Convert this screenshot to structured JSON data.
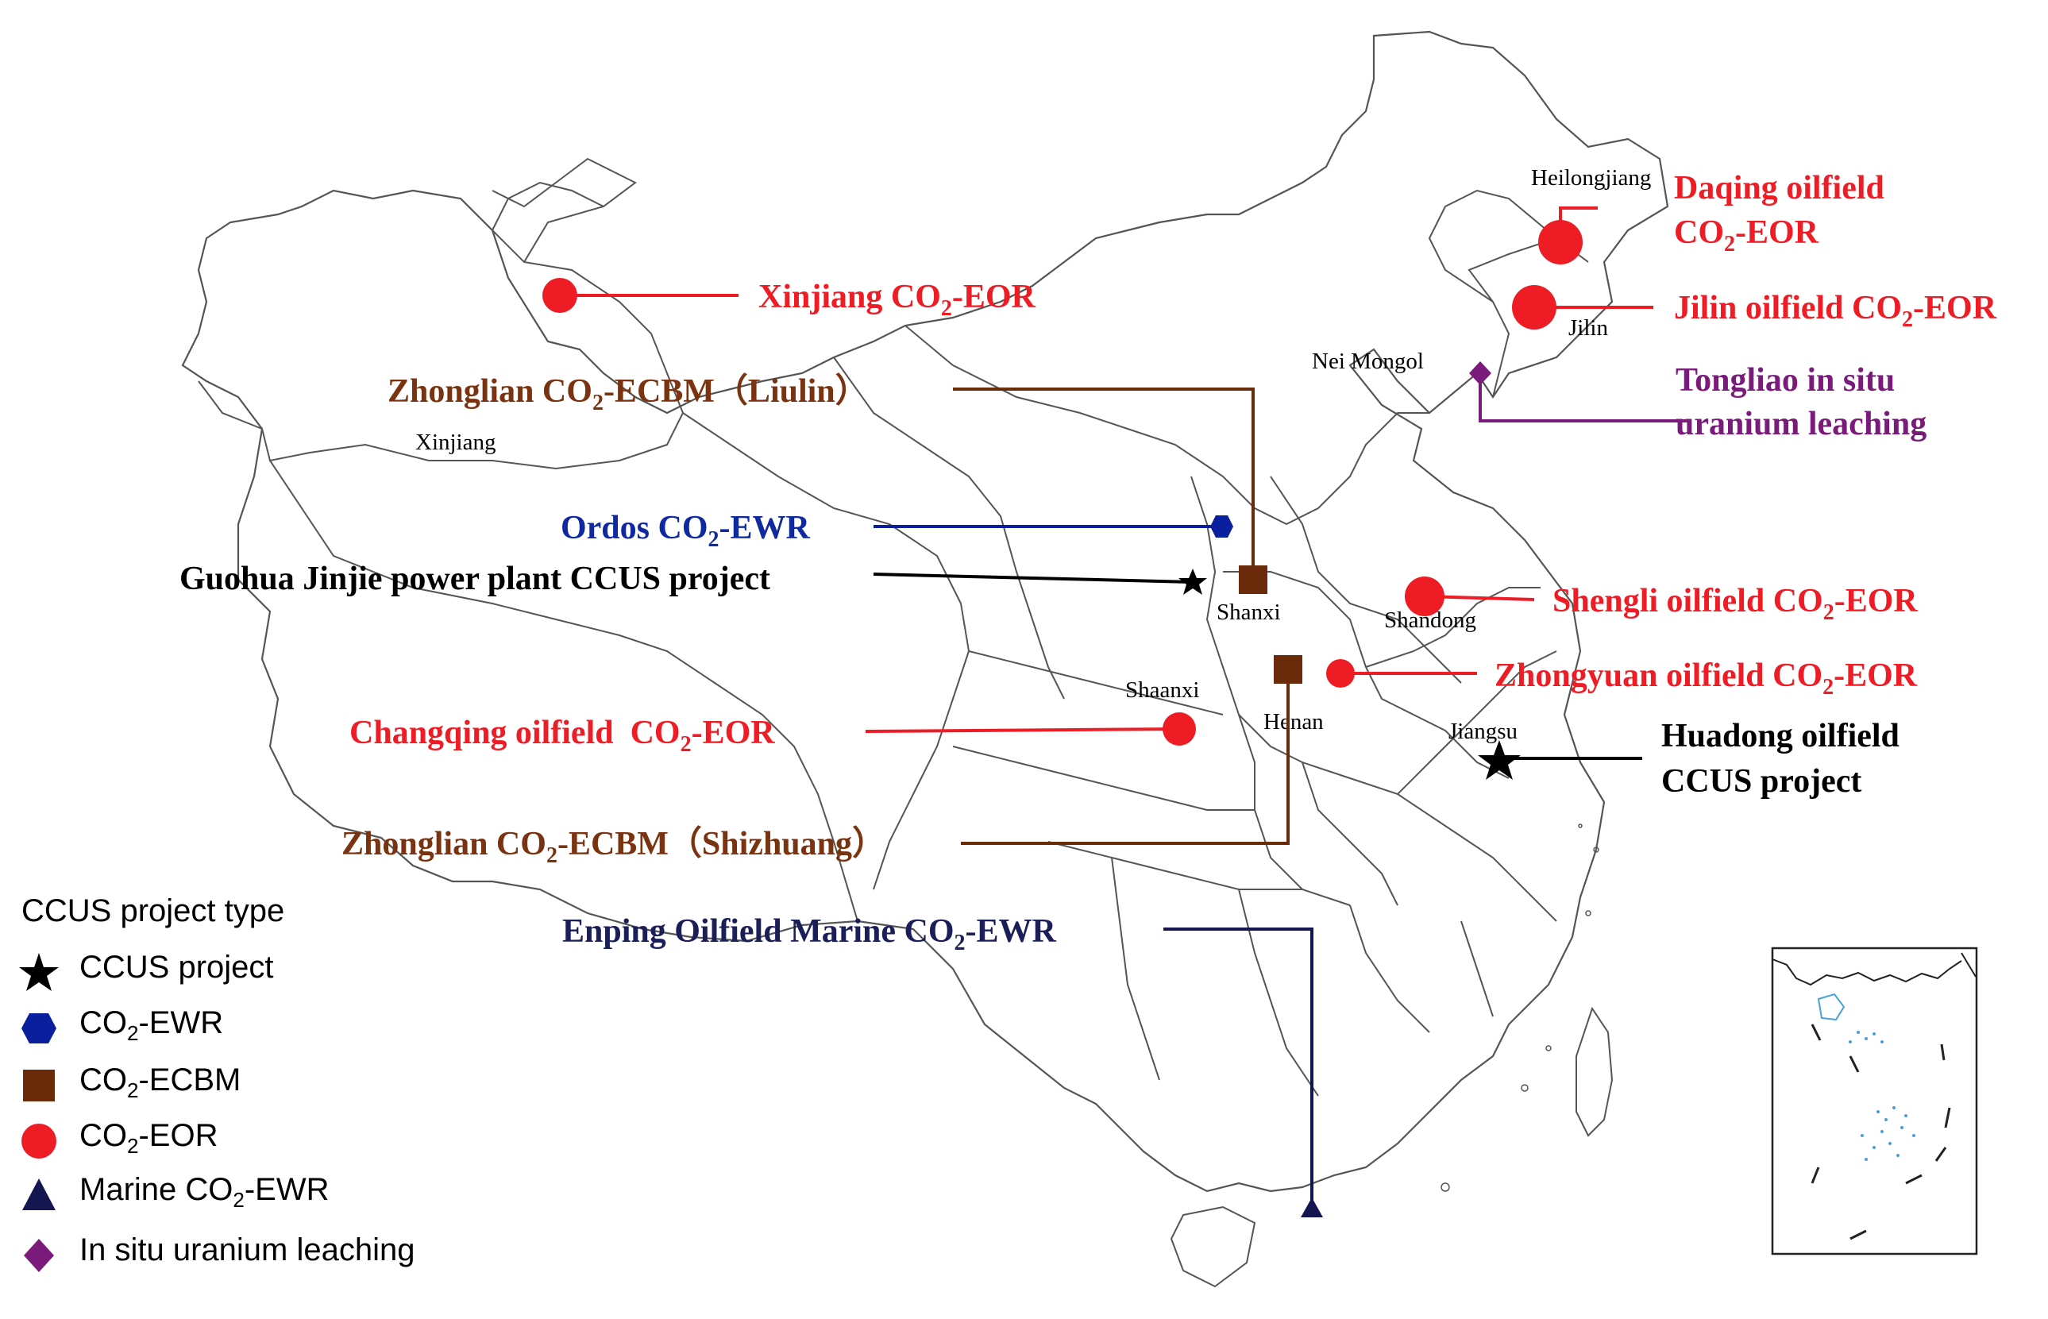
{
  "colors": {
    "eor": "#ee1c25",
    "ecbm": "#6b2a0a",
    "ecbm_label": "#7a3310",
    "ewr": "#0a1f9e",
    "ewr_label": "#0f2aa0",
    "marine": "#14174f",
    "marine_label": "#1a1f5a",
    "uranium": "#7a1a7a",
    "ccus": "#000000",
    "boundary": "#555555"
  },
  "provinces": {
    "heilongjiang": "Heilongjiang",
    "jilin": "Jilin",
    "nei_mongol": "Nei Mongol",
    "xinjiang": "Xinjiang",
    "shanxi": "Shanxi",
    "shandong": "Shandong",
    "shaanxi": "Shaanxi",
    "henan": "Henan",
    "jiangsu": "Jiangsu"
  },
  "projects": {
    "daqing": {
      "line1": "Daqing oilfield",
      "line2_pre": "CO",
      "line2_sub": "2",
      "line2_post": "-EOR",
      "type": "CO2-EOR"
    },
    "jilin": {
      "pre": "Jilin oilfield CO",
      "sub": "2",
      "post": "-EOR",
      "type": "CO2-EOR"
    },
    "tongliao": {
      "line1": "Tongliao in situ",
      "line2": "uranium leaching",
      "type": "In situ uranium leaching"
    },
    "xinjiang": {
      "pre": "Xinjiang CO",
      "sub": "2",
      "post": "-EOR",
      "type": "CO2-EOR"
    },
    "liulin": {
      "pre": "Zhonglian CO",
      "sub": "2",
      "post": "-ECBM（Liulin）",
      "type": "CO2-ECBM"
    },
    "ordos": {
      "pre": "Ordos CO",
      "sub": "2",
      "post": "-EWR",
      "type": "CO2-EWR"
    },
    "guohua": {
      "label": "Guohua Jinjie power plant CCUS project",
      "type": "CCUS project"
    },
    "shengli": {
      "pre": "Shengli oilfield CO",
      "sub": "2",
      "post": "-EOR",
      "type": "CO2-EOR"
    },
    "zhongyuan": {
      "pre": "Zhongyuan oilfield CO",
      "sub": "2",
      "post": "-EOR",
      "type": "CO2-EOR"
    },
    "changqing": {
      "pre": "Changqing oilfield  CO",
      "sub": "2",
      "post": "-EOR",
      "type": "CO2-EOR"
    },
    "huadong": {
      "line1": "Huadong oilfield",
      "line2": "CCUS project",
      "type": "CCUS project"
    },
    "shizhuang": {
      "pre": "Zhonglian CO",
      "sub": "2",
      "post": "-ECBM（Shizhuang）",
      "type": "CO2-ECBM"
    },
    "enping": {
      "pre": "Enping Oilfield Marine CO",
      "sub": "2",
      "post": "-EWR",
      "type": "Marine CO2-EWR"
    }
  },
  "legend": {
    "title": "CCUS project type",
    "items": [
      {
        "pre": "CCUS project",
        "sub": "",
        "post": "",
        "symbol": "star-icon"
      },
      {
        "pre": "CO",
        "sub": "2",
        "post": "-EWR",
        "symbol": "hexagon-icon"
      },
      {
        "pre": "CO",
        "sub": "2",
        "post": "-ECBM",
        "symbol": "square-icon"
      },
      {
        "pre": "CO",
        "sub": "2",
        "post": "-EOR",
        "symbol": "circle-icon"
      },
      {
        "pre": "Marine CO",
        "sub": "2",
        "post": "-EWR",
        "symbol": "triangle-icon"
      },
      {
        "pre": "In situ uranium leaching",
        "sub": "",
        "post": "",
        "symbol": "diamond-icon"
      }
    ]
  }
}
